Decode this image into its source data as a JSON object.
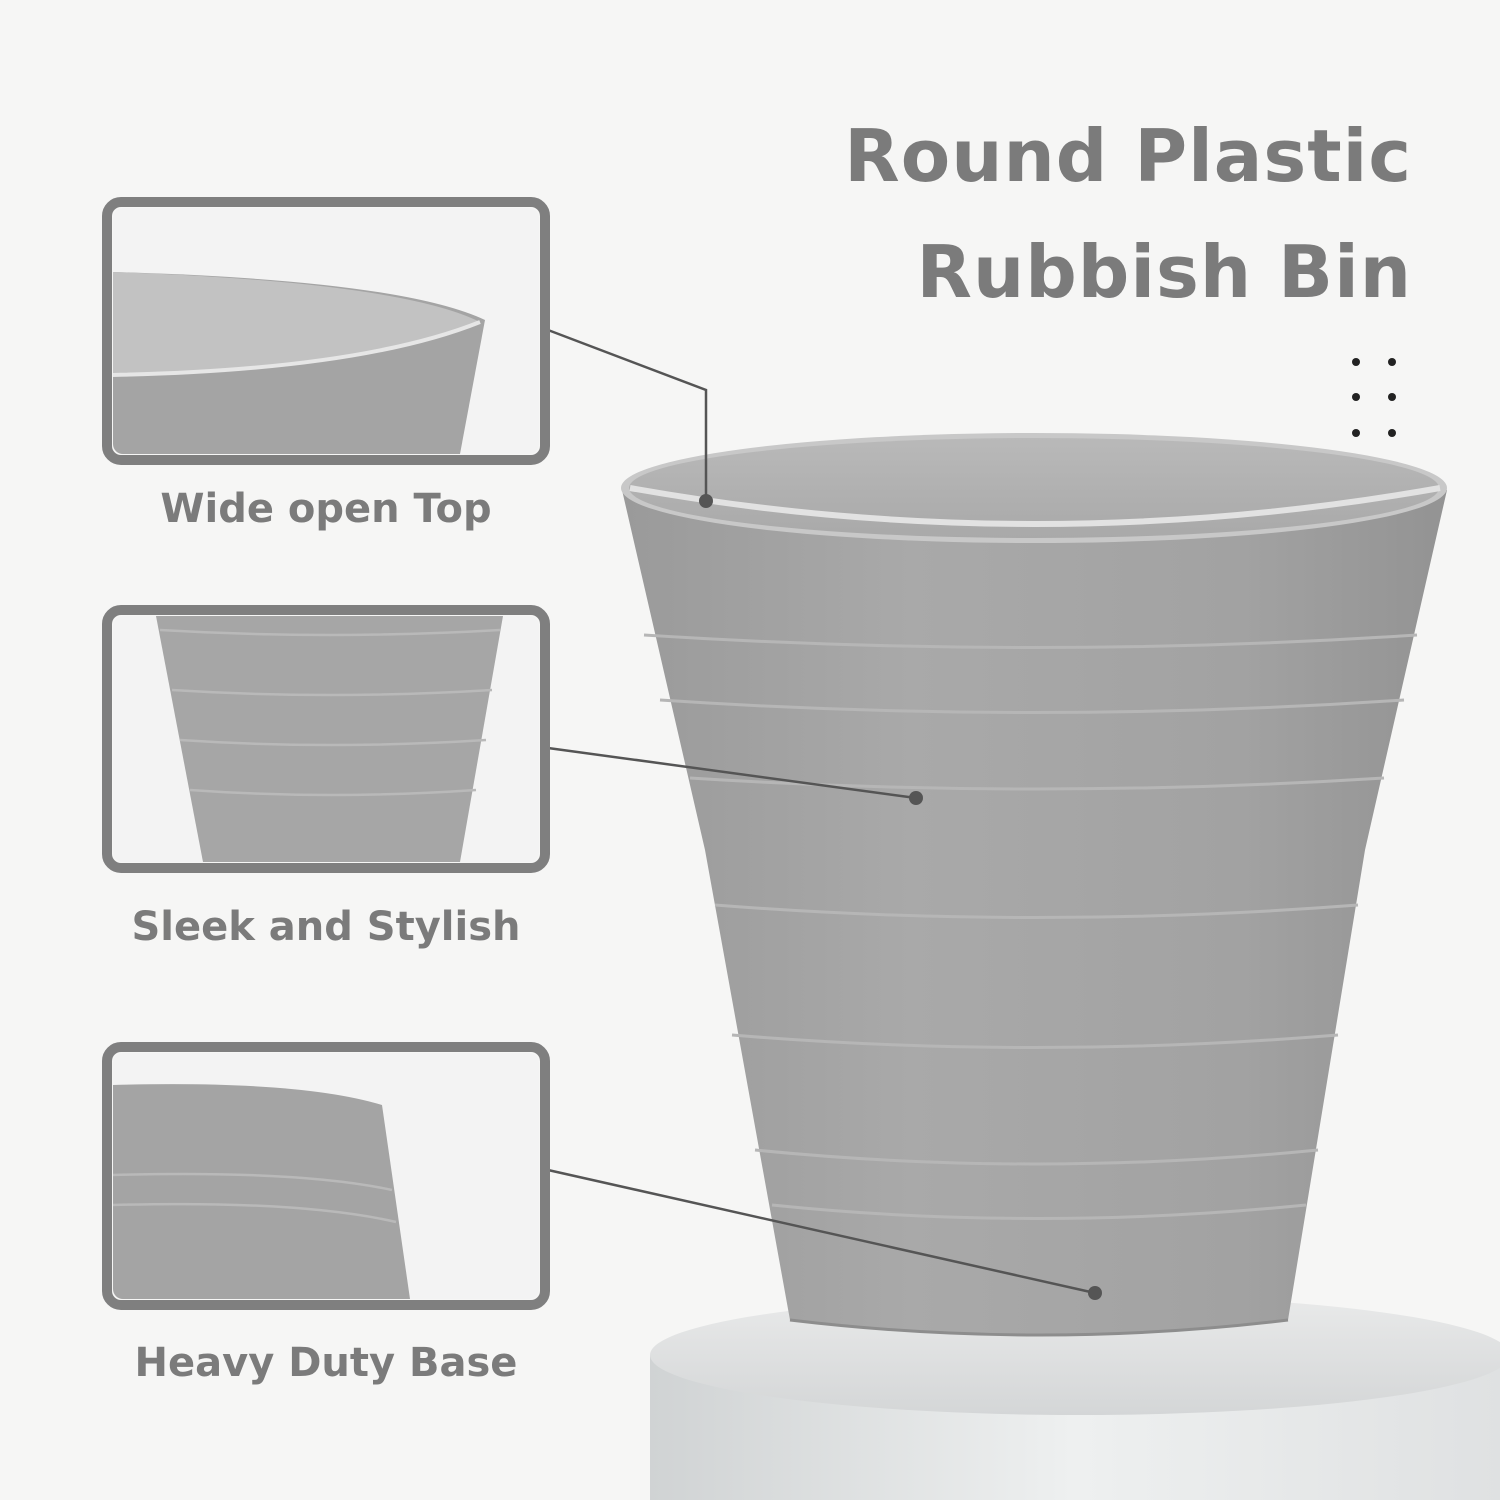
{
  "title": {
    "line1": "Round Plastic",
    "line2": "Rubbish Bin"
  },
  "features": [
    {
      "label": "Wide open Top"
    },
    {
      "label": "Sleek and Stylish"
    },
    {
      "label": "Heavy Duty Base"
    }
  ],
  "colors": {
    "background": "#f6f6f5",
    "text": "#7b7b7b",
    "bin": "#a3a3a3",
    "frame": "#7f7f7f",
    "callout_line": "#555555"
  },
  "icons": [
    "dot-grid-icon"
  ]
}
